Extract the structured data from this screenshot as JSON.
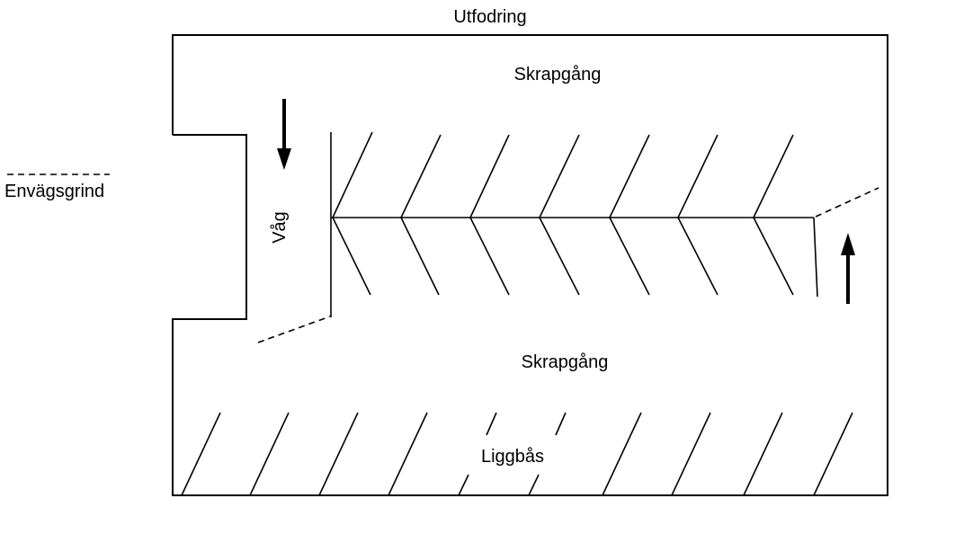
{
  "labels": {
    "feeding": "Utfodring",
    "scrape_alley_top": "Skrapgång",
    "scrape_alley_bottom": "Skrapgång",
    "one_way_gate": "Envägsgrind",
    "scale": "Våg",
    "cubicles": "Liggbås"
  }
}
